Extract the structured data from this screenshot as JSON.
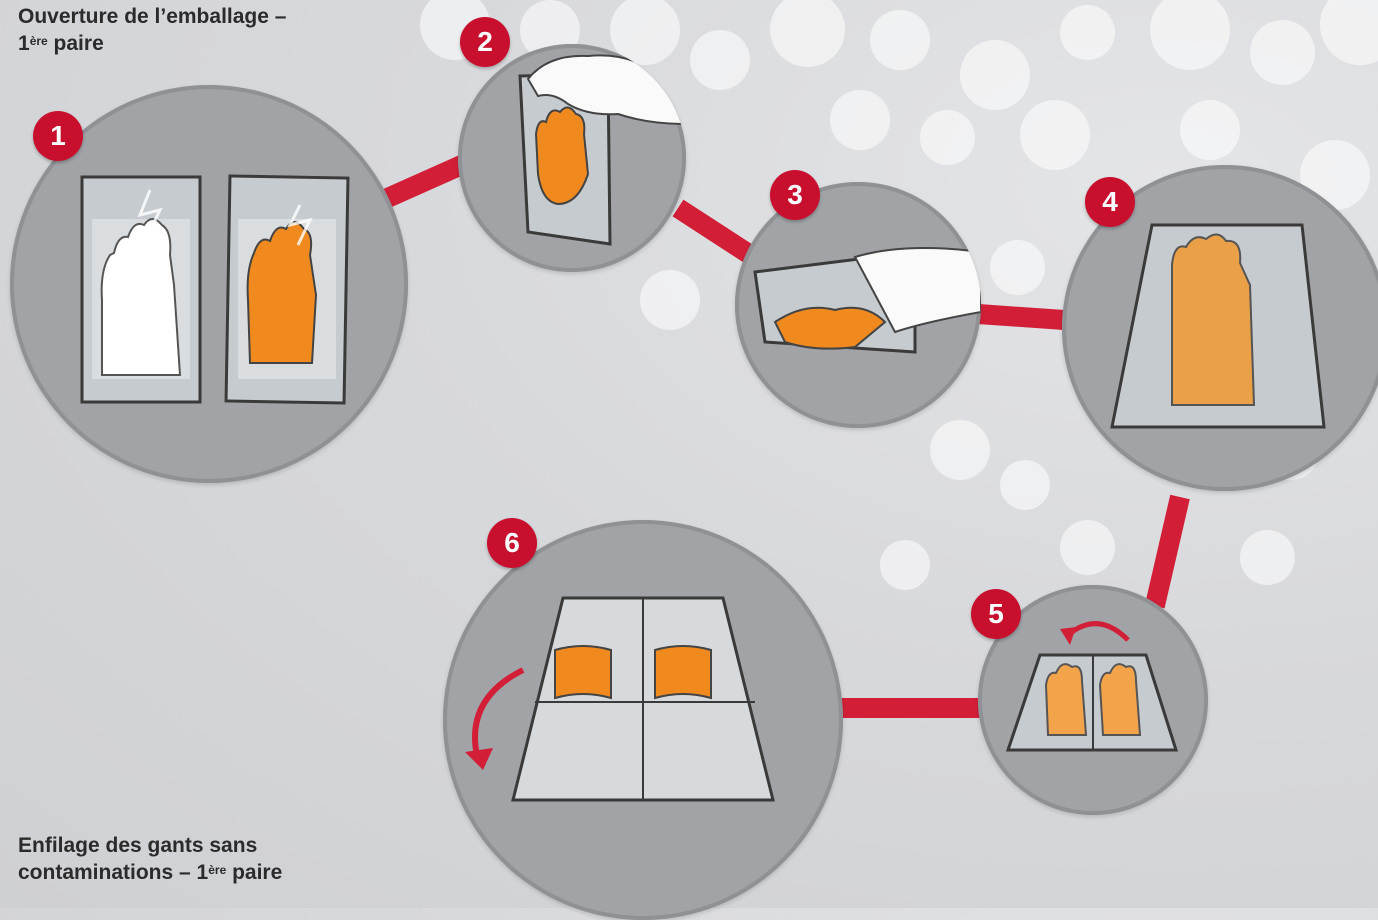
{
  "titles": {
    "top_main": "Ouverture de l’emballage –",
    "top_sup_prefix": "1",
    "top_sup": "ère",
    "top_suffix": " paire",
    "bottom_line1": "Enfilage des gants sans",
    "bottom_line2_prefix": "contaminations – 1",
    "bottom_sup": "ère",
    "bottom_suffix": " paire"
  },
  "steps": [
    {
      "number": "1",
      "icon": "glove-packages-icon"
    },
    {
      "number": "2",
      "icon": "hand-opening-package-icon"
    },
    {
      "number": "3",
      "icon": "hand-pulling-glove-icon"
    },
    {
      "number": "4",
      "icon": "glove-on-wrapper-icon"
    },
    {
      "number": "5",
      "icon": "unfold-wrapper-icon"
    },
    {
      "number": "6",
      "icon": "fold-down-wrapper-icon"
    }
  ],
  "colors": {
    "accent": "#c8102e",
    "connector": "#d21f37",
    "glove_orange": "#f08a1e",
    "circle_gray": "#a1a3a7"
  }
}
